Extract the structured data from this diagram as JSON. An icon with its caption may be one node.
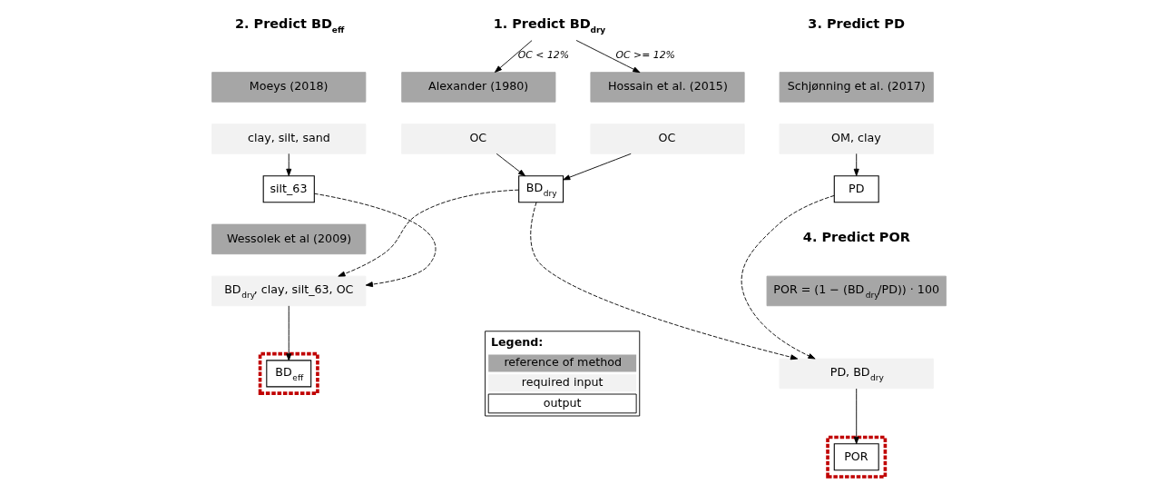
{
  "diagram": {
    "nodes": [
      {
        "text": [
          "1. Predict BD$_{dry}$"
        ]
      },
      {
        "text": [
          "Alexander (1980)"
        ]
      },
      {
        "text": [
          "OC"
        ]
      },
      {
        "text": [
          "Hossain et al. (2015)"
        ]
      },
      {
        "text": [
          "OC"
        ]
      },
      {
        "text": [
          "BD$_{dry}$"
        ]
      },
      {
        "text": [
          "Moeys (2018)"
        ]
      },
      {
        "text": [
          "clay, silt, sand"
        ]
      },
      {
        "text": [
          "silt_63"
        ]
      },
      {
        "text": [
          "Wessolek et al (2009)"
        ]
      },
      {
        "text": [
          "BD$_{dry}$, clay, silt_63, OC"
        ]
      },
      {
        "text": [],
        "shape": "box"
      },
      {
        "text": [
          "BD$_{eff}$"
        ],
        "in": 11
      },
      {
        "text": [
          "Schjønning et al. (2017)"
        ]
      },
      {
        "text": [
          "OM, clay"
        ]
      },
      {
        "text": [
          "PD"
        ]
      },
      {
        "text": [
          "POR = (1 − (BD$_{dry}$/PD)) · 100"
        ]
      },
      {
        "text": [
          "PD, BD$_{dry}$"
        ]
      },
      {
        "text": [],
        "shape": "box"
      },
      {
        "text": [
          "POR"
        ],
        "in": 18
      }
    ],
    "edges": [
      {
        "from": 0,
        "to": 1,
        "arrow": "to",
        "label": "OC < 12%"
      },
      {
        "from": 0,
        "to": 3,
        "arrow": "to",
        "label": "OC >= 12%"
      },
      {
        "from": 2,
        "to": 5,
        "arrow": "to"
      },
      {
        "from": 4,
        "to": 5,
        "arrow": "to"
      },
      {
        "from": 5,
        "to": 10,
        "arrow": "to",
        "style": "dashed"
      },
      {
        "from": 5,
        "to": 17,
        "arrow": "to",
        "style": "dashed"
      },
      {
        "from": 7,
        "to": 8,
        "arrow": "to"
      },
      {
        "from": 8,
        "to": 10,
        "arrow": "to",
        "style": "dashed"
      },
      {
        "from": 10,
        "to": 12,
        "arrow": "to"
      },
      {
        "from": 14,
        "to": 15,
        "arrow": "to"
      },
      {
        "from": 15,
        "to": 17,
        "arrow": "to",
        "style": "dashed"
      },
      {
        "from": 17,
        "to": 19,
        "arrow": "to"
      }
    ],
    "labels": [
      "2. Predict BD$_{eff}$",
      "3. Predict PD",
      "4. Predict POR",
      "Legend:"
    ],
    "legend": [
      {
        "text": "reference of method",
        "color": "#a6a6a6"
      },
      {
        "text": "required input",
        "color": "#f2f2f2"
      },
      {
        "text": "output"
      }
    ]
  }
}
